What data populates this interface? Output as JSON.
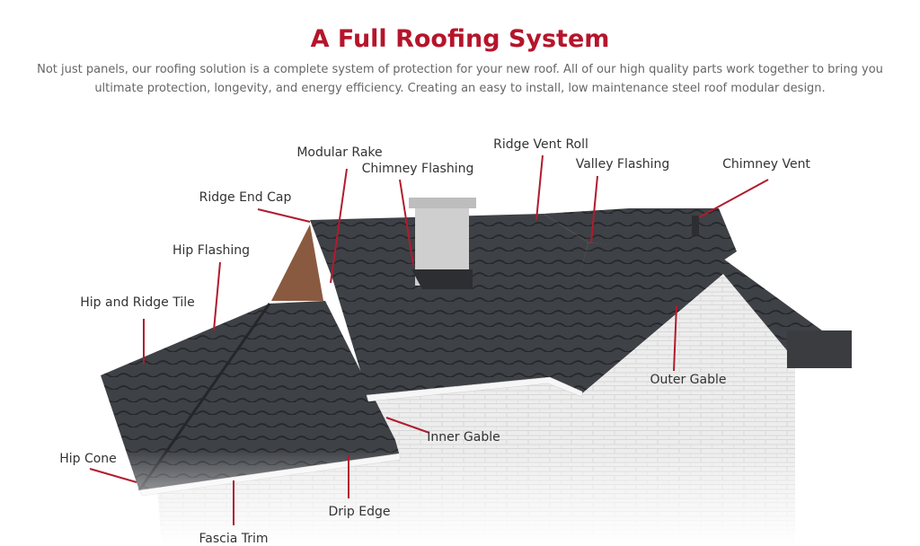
{
  "header": {
    "title": "A Full Roofing System",
    "intro": "Not just panels, our roofing solution is a complete system of protection for your new roof. All of our high quality parts work together to bring you ultimate protection, longevity, and energy efficiency. Creating an easy to install, low maintenance steel roof modular design."
  },
  "colors": {
    "accent": "#b5152b",
    "roof": "#3d4045",
    "wall": "#ececec"
  },
  "labels": {
    "modular_rake": "Modular Rake",
    "chimney_flashing": "Chimney Flashing",
    "ridge_vent_roll": "Ridge Vent Roll",
    "valley_flashing": "Valley Flashing",
    "chimney_vent": "Chimney Vent",
    "ridge_end_cap": "Ridge End Cap",
    "hip_flashing": "Hip Flashing",
    "hip_and_ridge_tile": "Hip and Ridge Tile",
    "outer_gable": "Outer Gable",
    "inner_gable": "Inner Gable",
    "hip_cone": "Hip Cone",
    "drip_edge": "Drip Edge",
    "fascia_trim": "Fascia Trim"
  }
}
